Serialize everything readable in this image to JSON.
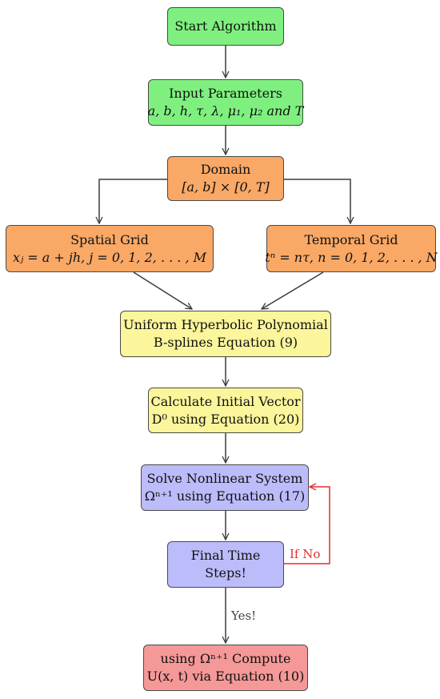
{
  "nodes": {
    "start": {
      "line1": "Start Algorithm",
      "color": "#7ff07f"
    },
    "input": {
      "line1": "Input Parameters",
      "line2": "a, b, h, τ, λ, μ₁, μ₂ and T",
      "color": "#7ff07f"
    },
    "domain": {
      "line1": "Domain",
      "line2": "[a, b] × [0, T]",
      "color": "#f9a866"
    },
    "spatial": {
      "line1": "Spatial Grid",
      "line2": "xⱼ = a + jh, j = 0, 1, 2, . . . , M",
      "color": "#f9a866"
    },
    "temporal": {
      "line1": "Temporal Grid",
      "line2": "tⁿ = nτ, n = 0, 1, 2, . . . , N",
      "color": "#f9a866"
    },
    "bspline": {
      "line1": "Uniform Hyperbolic Polynomial",
      "line2": "B-splines Equation (9)",
      "color": "#fbf59b"
    },
    "initial": {
      "line1": "Calculate Initial Vector",
      "line2": "D⁰ using Equation (20)",
      "color": "#fbf59b"
    },
    "solve": {
      "line1": "Solve Nonlinear System",
      "line2": "Ωⁿ⁺¹ using Equation (17)",
      "color": "#bcbcfb"
    },
    "final": {
      "line1": "Final Time",
      "line2": "Steps!",
      "color": "#bcbcfb"
    },
    "compute": {
      "line1": "using Ωⁿ⁺¹ Compute",
      "line2": "U(x, t) via Equation (10)",
      "color": "#f59898"
    }
  },
  "edges": {
    "if_no": "If No",
    "yes": "Yes!"
  },
  "colors": {
    "edge": "#3c3c3c",
    "loop": "#e03030"
  }
}
